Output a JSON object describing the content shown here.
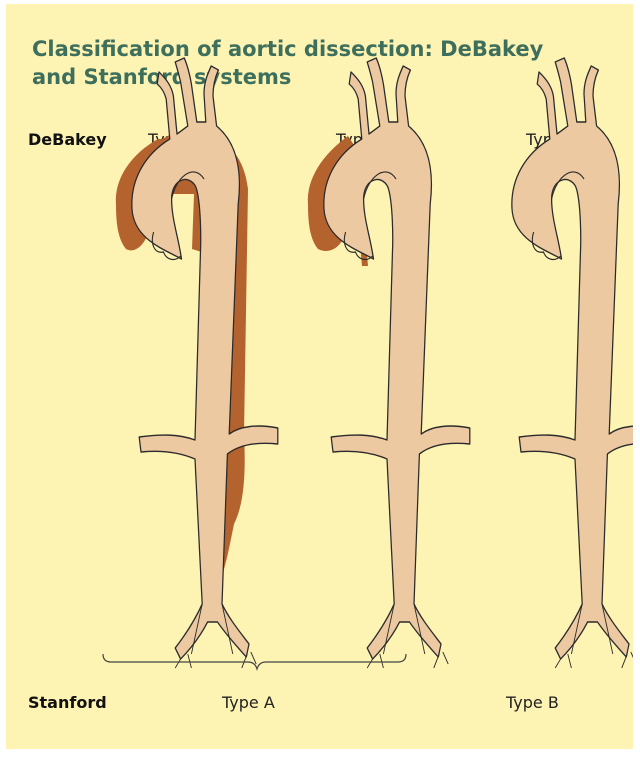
{
  "title": "Classification of aortic dissection: DeBakey and Stanford systems",
  "rows": {
    "debakey_label": "DeBakey",
    "stanford_label": "Stanford"
  },
  "debakey_types": [
    "Type I",
    "Type II",
    "Type III"
  ],
  "stanford_types": [
    "Type A",
    "Type B"
  ],
  "colors": {
    "background": "#fdf3b3",
    "title": "#3d6f5c",
    "aorta_fill": "#edc9a1",
    "dissection_fill": "#b5632e",
    "outline": "#2b2b2b"
  }
}
